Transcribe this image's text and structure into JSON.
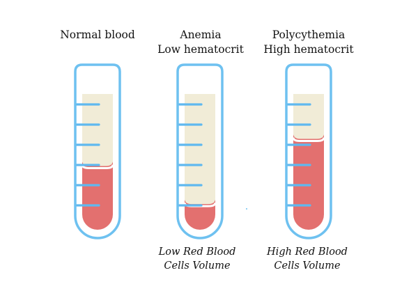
{
  "tubes": [
    {
      "id": "normal",
      "title_lines": [
        "Normal blood"
      ],
      "caption_lines": [],
      "plasma_fraction": 0.5,
      "rbc_fraction": 0.5
    },
    {
      "id": "anemia",
      "title_lines": [
        "Anemia",
        "Low hematocrit"
      ],
      "caption_lines": [
        "Low Red Blood",
        "Cells Volume"
      ],
      "plasma_fraction": 0.78,
      "rbc_fraction": 0.22
    },
    {
      "id": "polycythemia",
      "title_lines": [
        "Polycythemia",
        "High hematocrit"
      ],
      "caption_lines": [
        "High Red Blood",
        "Cells Volume"
      ],
      "plasma_fraction": 0.3,
      "rbc_fraction": 0.7
    }
  ],
  "colors": {
    "tube_outline": "#6ec1f0",
    "graduation": "#5fb8ef",
    "plasma": "#f1ecd7",
    "red_cells": "#e3706f"
  }
}
